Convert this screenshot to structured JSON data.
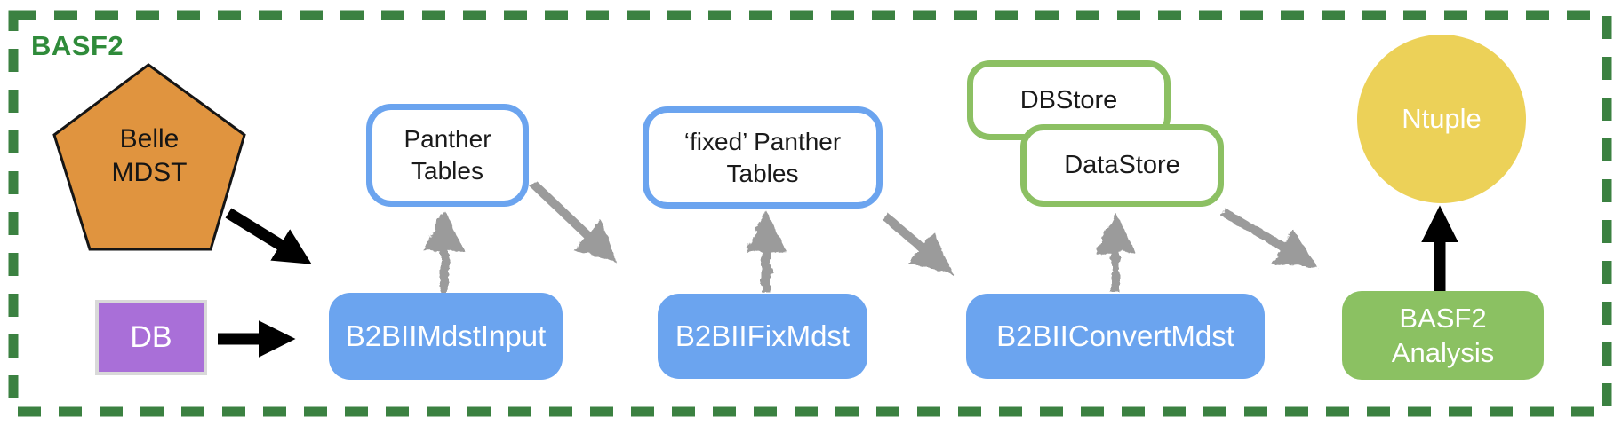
{
  "frame": {
    "label": "BASF2"
  },
  "colors": {
    "accent_blue": "#6ba4ef",
    "accent_green": "#8bc162",
    "store_border_green": "#8cc063",
    "dashed_border_green": "#3b8141",
    "frame_label_green": "#2f8b3a",
    "pentagon_orange": "#e0943f",
    "db_purple": "#a96fd8",
    "ntuple_yellow": "#ecd158",
    "sketch_arrow_gray": "#9b9b9b",
    "solid_arrow_black": "#000000"
  },
  "nodes": {
    "belle_mdst": {
      "label": "Belle\nMDST",
      "shape": "pentagon"
    },
    "db": {
      "label": "DB",
      "shape": "rectangle"
    },
    "b2bii_mdst_input": {
      "label": "B2BIIMdstInput",
      "shape": "rounded-rectangle"
    },
    "panther_tables": {
      "label": "Panther\nTables",
      "shape": "outlined-rounded-rectangle"
    },
    "fixed_panther_tables": {
      "label": "‘fixed’ Panther\nTables",
      "shape": "outlined-rounded-rectangle"
    },
    "b2bii_fix_mdst": {
      "label": "B2BIIFixMdst",
      "shape": "rounded-rectangle"
    },
    "dbstore": {
      "label": "DBStore",
      "shape": "outlined-rounded-rectangle"
    },
    "datastore": {
      "label": "DataStore",
      "shape": "outlined-rounded-rectangle"
    },
    "b2bii_convert_mdst": {
      "label": "B2BIIConvertMdst",
      "shape": "rounded-rectangle"
    },
    "ntuple": {
      "label": "Ntuple",
      "shape": "circle"
    },
    "basf2_analysis": {
      "label": "BASF2\nAnalysis",
      "shape": "rounded-rectangle"
    }
  },
  "edges": [
    {
      "from": "belle_mdst",
      "to": "b2bii_mdst_input",
      "style": "solid-black"
    },
    {
      "from": "db",
      "to": "b2bii_mdst_input",
      "style": "solid-black"
    },
    {
      "from": "b2bii_mdst_input",
      "to": "panther_tables",
      "style": "sketch-gray"
    },
    {
      "from": "panther_tables",
      "to": "b2bii_fix_mdst",
      "style": "sketch-gray"
    },
    {
      "from": "b2bii_fix_mdst",
      "to": "fixed_panther_tables",
      "style": "sketch-gray"
    },
    {
      "from": "fixed_panther_tables",
      "to": "b2bii_convert_mdst",
      "style": "sketch-gray"
    },
    {
      "from": "b2bii_convert_mdst",
      "to": "datastore",
      "style": "sketch-gray"
    },
    {
      "from": "datastore",
      "to": "basf2_analysis",
      "style": "sketch-gray"
    },
    {
      "from": "basf2_analysis",
      "to": "ntuple",
      "style": "solid-black"
    }
  ]
}
